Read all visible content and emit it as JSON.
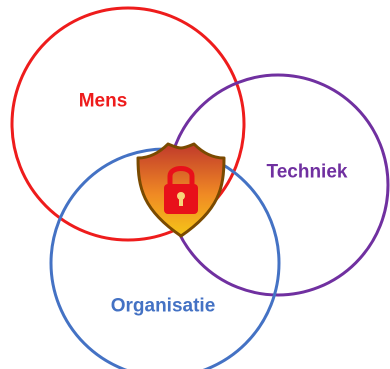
{
  "diagram": {
    "circles": [
      {
        "id": "mens",
        "label": "Mens",
        "color": "#ee1c1c"
      },
      {
        "id": "techniek",
        "label": "Techniek",
        "color": "#7030a0"
      },
      {
        "id": "organisatie",
        "label": "Organisatie",
        "color": "#4472c4"
      }
    ],
    "center_icon": {
      "name": "shield-lock-icon",
      "shield_top_color": "#c0392b",
      "shield_bottom_color": "#f5c518",
      "shield_outline_color": "#7a4a00",
      "lock_color": "#e8101a"
    }
  }
}
